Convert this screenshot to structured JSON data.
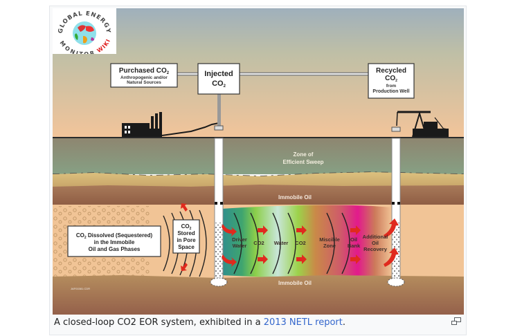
{
  "figure": {
    "logo": {
      "line1": "GLOBAL ENERGY",
      "line2": "MONITOR",
      "line3": "WIKI"
    },
    "boxes": {
      "purchased": {
        "title": "Purchased CO",
        "title_sub": "2",
        "line2": "Anthropogenic and/or",
        "line3": "Natural Sources"
      },
      "injected": {
        "line1": "Injected",
        "line2": "CO",
        "line2_sub": "2"
      },
      "recycled": {
        "line1": "Recycled",
        "line2": "CO",
        "line2_sub": "2",
        "line3": "from",
        "line4": "Production Well"
      },
      "dissolved": {
        "line1": "CO",
        "line1_sub": "2",
        "line1_rest": " Dissolved (Sequestered)",
        "line2": "in the Immobile",
        "line3": "Oil and Gas Phases"
      },
      "stored": {
        "line1": "CO",
        "line1_sub": "2",
        "line2": "Stored",
        "line3": "in Pore",
        "line4": "Space"
      }
    },
    "zone_labels": {
      "sweep_1": "Zone of",
      "sweep_2": "Efficient Sweep",
      "immobile_top": "Immobile Oil",
      "immobile_bottom": "Immobile Oil"
    },
    "bands": [
      {
        "line1": "Driver",
        "line2": "Water"
      },
      {
        "line1": "CO2",
        "line2": ""
      },
      {
        "line1": "Water",
        "line2": ""
      },
      {
        "line1": "CO2",
        "line2": ""
      },
      {
        "line1": "Miscible",
        "line2": "Zone"
      },
      {
        "line1": "Oil",
        "line2": "Bank"
      },
      {
        "line1": "Additional",
        "line2": "Oil",
        "line3": "Recovery"
      }
    ],
    "watermark": "JAF01581.CDR",
    "colors": {
      "sky_top": "#9fb0bc",
      "sky_bottom": "#f0c39a",
      "ground_line": "#2b2b2b",
      "sweep_zone": "#8f8a6e",
      "sand": "#d8b87e",
      "immobile": "#9c6a4e",
      "reservoir": "#f1c496",
      "arrow_red": "#e02a1e"
    }
  },
  "caption": {
    "text": "A closed-loop CO2 EOR system, exhibited in a ",
    "link": "2013 NETL report",
    "end": "."
  },
  "enlarge_icon": "enlarge-icon"
}
